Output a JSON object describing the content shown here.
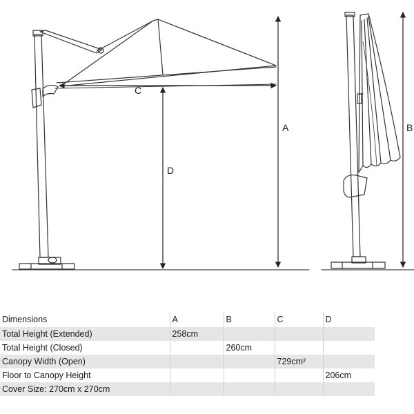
{
  "diagram": {
    "labels": {
      "A": "A",
      "B": "B",
      "C": "C",
      "D": "D"
    }
  },
  "table": {
    "header": [
      "Dimensions",
      "A",
      "B",
      "C",
      "D"
    ],
    "rows": [
      [
        "Total Height (Extended)",
        "258cm",
        "",
        "",
        ""
      ],
      [
        "Total Height (Closed)",
        "",
        "260cm",
        "",
        ""
      ],
      [
        "Canopy Width (Open)",
        "",
        "",
        "729cm²",
        ""
      ],
      [
        "Floor to Canopy Height",
        "",
        "",
        "",
        "206cm"
      ],
      [
        "Cover Size: 270cm x 270cm",
        "",
        "",
        "",
        ""
      ]
    ]
  }
}
